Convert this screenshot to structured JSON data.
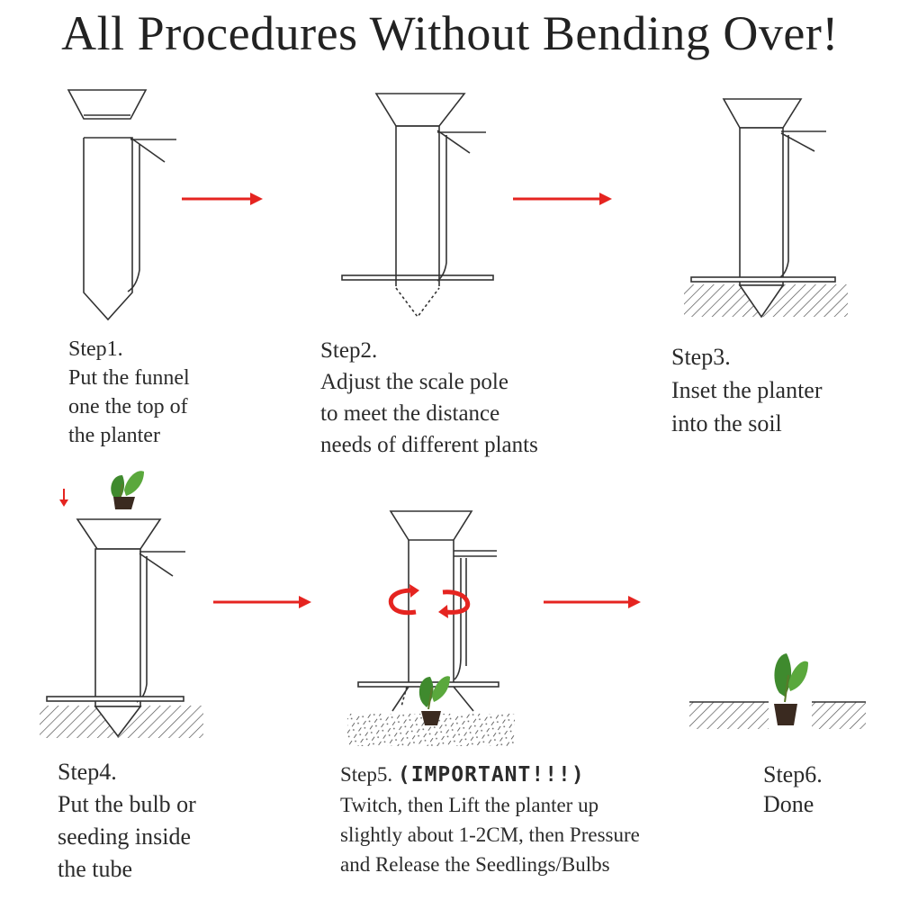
{
  "title": "All Procedures Without Bending Over!",
  "accent_color": "#e52420",
  "line_color": "#333333",
  "steps": [
    {
      "heading": "Step1.",
      "lines": [
        "Put the funnel",
        "one the top of",
        "the planter"
      ]
    },
    {
      "heading": "Step2.",
      "lines": [
        "Adjust the scale pole",
        "to meet the distance",
        "needs of different plants"
      ]
    },
    {
      "heading": "Step3.",
      "lines": [
        "Inset the planter",
        "into the soil"
      ]
    },
    {
      "heading": "Step4.",
      "lines": [
        "Put the bulb or",
        "seeding inside",
        "the tube"
      ]
    },
    {
      "heading": "Step5.",
      "important": "(IMPORTANT!!!)",
      "lines": [
        "Twitch, then Lift the planter up",
        "slightly about 1-2CM, then Pressure",
        "and Release the Seedlings/Bulbs"
      ]
    },
    {
      "heading": "Step6.",
      "lines": [
        "Done"
      ]
    }
  ],
  "icons": [
    "arrow-right-icon",
    "arrow-down-icon",
    "rotate-icon",
    "seedling-icon",
    "planter-icon",
    "funnel-icon",
    "soil-icon"
  ]
}
